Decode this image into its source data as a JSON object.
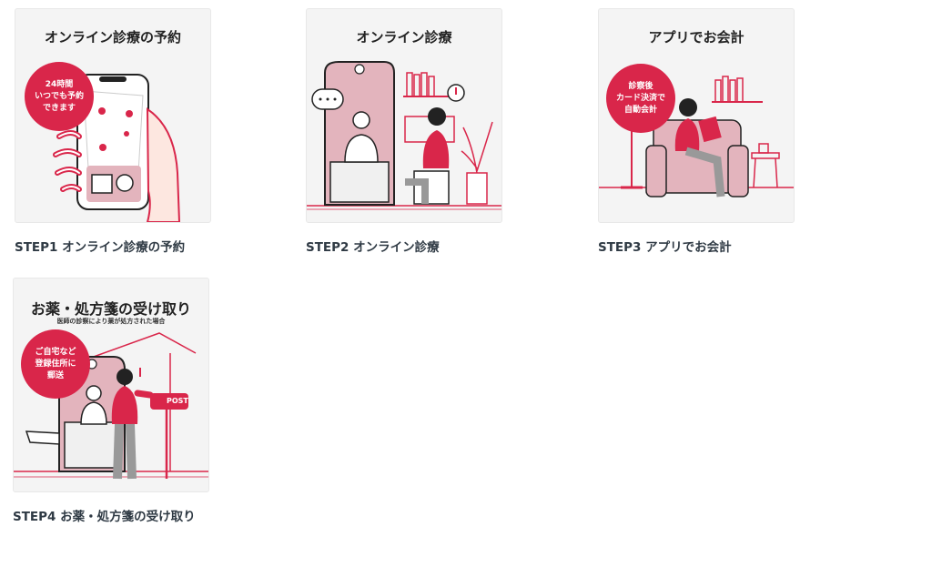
{
  "steps": [
    {
      "image_title": "オンライン診療の予約",
      "badge": "24時間\nいつでも予約\nできます",
      "caption": "STEP1 オンライン診療の予約"
    },
    {
      "image_title": "オンライン診療",
      "caption": "STEP2 オンライン診療"
    },
    {
      "image_title": "アプリでお会計",
      "badge": "診察後\nカード決済で\n自動会計",
      "caption": "STEP3 アプリでお会計"
    },
    {
      "image_title": "お薬・処方箋の受け取り",
      "image_subtitle": "医師の診察により薬が処方された場合",
      "badge": "ご自宅など\n登録住所に\n郵送",
      "post_label": "POST",
      "caption": "STEP4 お薬・処方箋の受け取り"
    }
  ],
  "colors": {
    "accent": "#d9264a",
    "pink": "#e3b4bd",
    "bg": "#f4f4f4"
  }
}
